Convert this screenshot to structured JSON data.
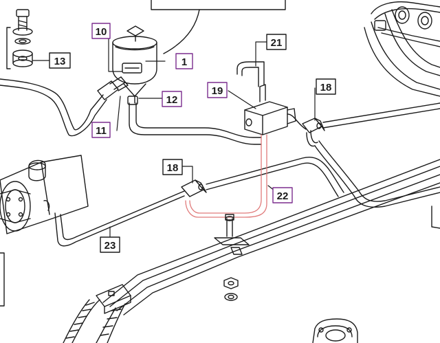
{
  "diagram": {
    "callouts": [
      {
        "id": "c1",
        "label": "1",
        "frame": "purple"
      },
      {
        "id": "c10",
        "label": "10",
        "frame": "purple"
      },
      {
        "id": "c11",
        "label": "11",
        "frame": "purple"
      },
      {
        "id": "c12",
        "label": "12",
        "frame": "purple"
      },
      {
        "id": "c13",
        "label": "13",
        "frame": "black"
      },
      {
        "id": "c18a",
        "label": "18",
        "frame": "black"
      },
      {
        "id": "c18b",
        "label": "18",
        "frame": "black"
      },
      {
        "id": "c19",
        "label": "19",
        "frame": "purple"
      },
      {
        "id": "c21",
        "label": "21",
        "frame": "black"
      },
      {
        "id": "c22",
        "label": "22",
        "frame": "purple"
      },
      {
        "id": "c23",
        "label": "23",
        "frame": "black"
      }
    ],
    "colors": {
      "line": "#1a1a1a",
      "purple_frame": "#7b2d8e",
      "highlight_pipe": "#e07a7a",
      "background": "#ffffff"
    },
    "icons": [
      "filter-bowl-icon",
      "hydraulic-pump-icon",
      "valve-block-icon",
      "banjo-bolt-icon",
      "union-fitting-icon",
      "bolt-nut-icon"
    ]
  }
}
